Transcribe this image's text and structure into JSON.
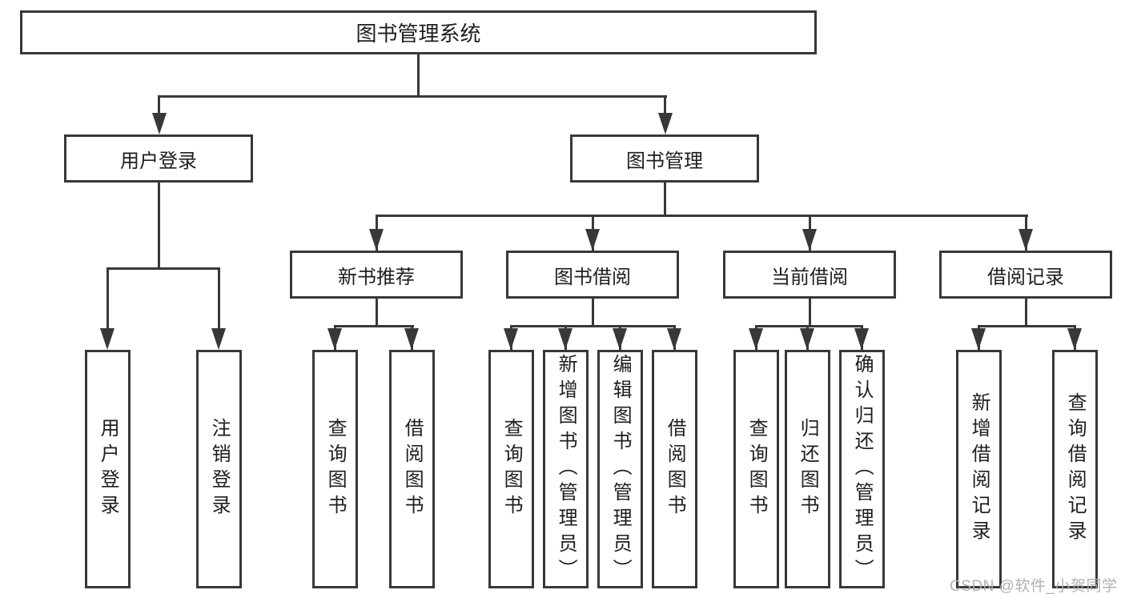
{
  "nodes": {
    "root": "图书管理系统",
    "l2": [
      "用户登录",
      "图书管理"
    ],
    "l3": [
      "新书推荐",
      "图书借阅",
      "当前借阅",
      "借阅记录"
    ],
    "leaf": [
      "用户登录",
      "注销登录",
      "查询图书",
      "借阅图书",
      "查询图书",
      "新增图书（管理员）",
      "编辑图书（管理员）",
      "借阅图书",
      "查询图书",
      "归还图书",
      "确认归还（管理员）",
      "新增借阅记录",
      "查询借阅记录"
    ]
  },
  "watermark": "CSDN @软件_小贺同学",
  "colors": {
    "line": "#383838",
    "text": "#1e1e1e",
    "watermark": "#acacb2"
  }
}
